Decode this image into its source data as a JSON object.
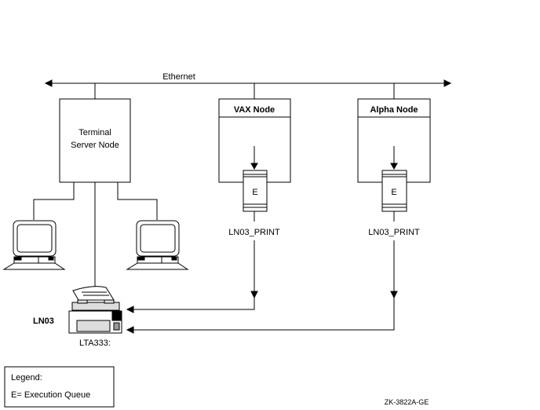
{
  "network": {
    "label": "Ethernet"
  },
  "nodes": {
    "terminal_server": {
      "line1": "Terminal",
      "line2": "Server Node"
    },
    "vax": {
      "title": "VAX Node",
      "queue_letter": "E",
      "queue_name": "LN03_PRINT"
    },
    "alpha": {
      "title": "Alpha Node",
      "queue_letter": "E",
      "queue_name": "LN03_PRINT"
    }
  },
  "printer": {
    "name": "LN03",
    "port": "LTA333:"
  },
  "legend": {
    "title": "Legend:",
    "entry": "E= Execution Queue"
  },
  "figure_id": "ZK-3822A-GE"
}
